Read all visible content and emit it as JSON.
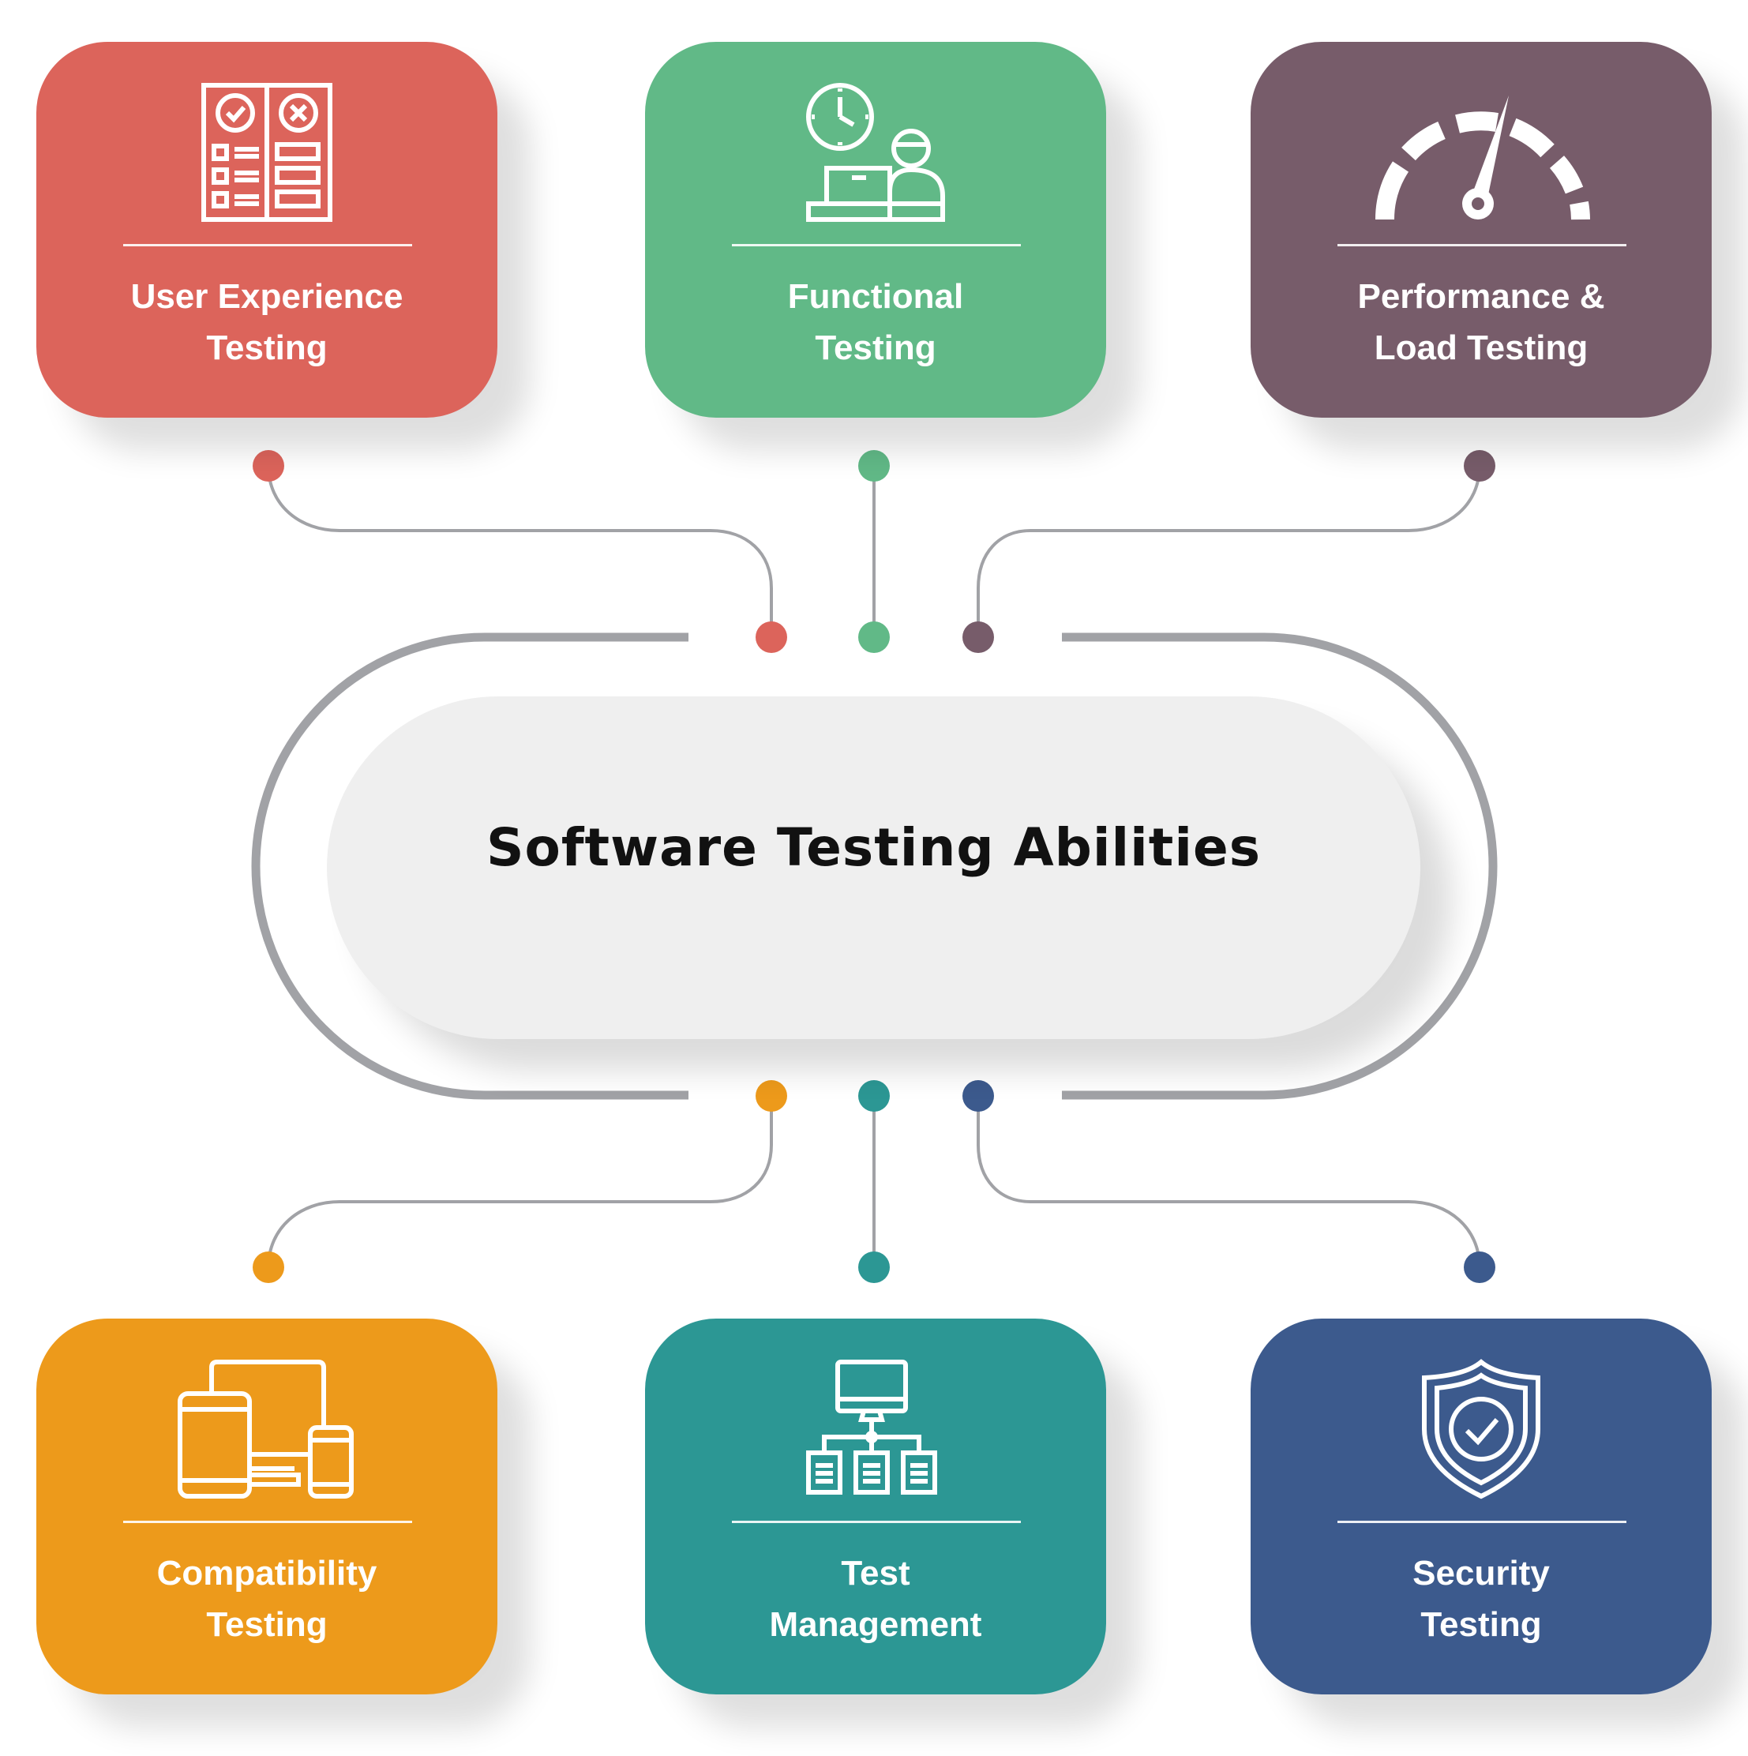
{
  "title": "Software Testing Abilities",
  "cards": [
    {
      "line1": "User Experience",
      "line2": "Testing",
      "color": "#dc645b",
      "icon": "checklist-board-icon"
    },
    {
      "line1": "Functional",
      "line2": "Testing",
      "color": "#61b987",
      "icon": "clock-person-laptop-icon"
    },
    {
      "line1": "Performance &",
      "line2": "Load Testing",
      "color": "#775c6a",
      "icon": "speedometer-gauge-icon"
    },
    {
      "line1": "Compatibility",
      "line2": "Testing",
      "color": "#ed9a1b",
      "icon": "multi-device-icon"
    },
    {
      "line1": "Test",
      "line2": "Management",
      "color": "#2c9794",
      "icon": "monitor-hierarchy-icon"
    },
    {
      "line1": "Security",
      "line2": "Testing",
      "color": "#3c5a8d",
      "icon": "shield-check-icon"
    }
  ],
  "connector_color": "#a0a1a5"
}
